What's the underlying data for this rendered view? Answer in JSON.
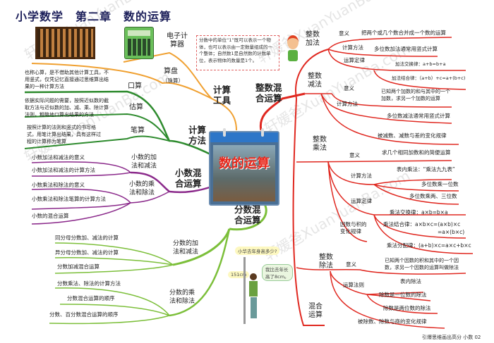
{
  "title": "小学数学　第二章　数的运算",
  "center": "数的运算",
  "watermark": "轩媛爸XuanYuanBa.com",
  "footer": "引爆思维画出高分 小数 02",
  "colors": {
    "tools": "#f0a030",
    "methods": "#2e8b2e",
    "decimal": "#8b2a8b",
    "fraction": "#7cbf3a",
    "integer": "#e02820"
  },
  "tools": {
    "label": "计算工具",
    "electronic": "电子计算器",
    "abacus": "算盘",
    "abacus_sub": "（珠算）",
    "note": "分数中的单位“1”既可以表示一个物体，也可以表示由一定数量组成的一个整体；自然数1是自然数的计数单位，表示物体的数量是1个。"
  },
  "methods": {
    "label": "计算方法",
    "oral": "口算",
    "oral_desc": "也称心算，是不借助其他计算工具，不用竖式，仅凭记忆直接通过思维算出结果的一种计算方法",
    "estimate": "估算",
    "estimate_desc": "依据实际问题的需要，按照近似数的截取方法与近似数的加、减、乘、除计算法则，粗略地口算出结果的方法",
    "written": "笔算",
    "written_desc": "按照计算的法则和竖式的书写格式，用笔计算出结果，具有这样过程的计算称为笔算"
  },
  "decimal": {
    "label": "小数混合运算",
    "add_sub": "小数的加法和减法",
    "mul_div": "小数的乘法和除法",
    "items": [
      "小数加法和减法的意义",
      "小数加法和减法的计算方法",
      "小数乘法和除法的意义",
      "小数乘法和除法笔算的计算方法",
      "小数的混合运算"
    ]
  },
  "fraction": {
    "label": "分数混合运算",
    "add_sub": "分数的加法和减法",
    "mul_div": "分数的乘法和除法",
    "items": [
      "同分母分数加、减法的计算",
      "异分母分数加、减法的计算",
      "分数加减混合运算",
      "分数乘法、除法的计算方法",
      "分数混合运算的顺序",
      "分数、百分数混合运算的顺序"
    ],
    "question": "小华去年身高多少?",
    "height": "151cm",
    "answer": "我比去年长高了8cm。"
  },
  "integer": {
    "label": "整数混合运算",
    "add": {
      "label": "整数加法",
      "meaning": "意义",
      "meaning_text": "把两个或几个数合并成一个数的运算",
      "method": "计算方法",
      "method_text": "多位数加法通常用竖式计算",
      "laws": "运算定律",
      "law1": "加法交换律：a+b=b+a",
      "law2": "加法结合律：（a+b）+c=a+(b+c)"
    },
    "sub": {
      "label": "整数减法",
      "meaning": "意义",
      "meaning_text": "已知两个加数的和与其中的一个加数，求另一个加数的运算",
      "method": "计算方法",
      "method_text": "多位数减法通常用竖式计算",
      "rule": "被减数、减数与差的变化规律"
    },
    "mul": {
      "label": "整数乘法",
      "meaning": "意义",
      "meaning_text": "求几个相同加数和的简便运算",
      "method": "计算方法",
      "m1": "表内乘法：“乘法九九表”",
      "m2": "多位数乘一位数",
      "m3": "多位数乘两、三位数",
      "laws": "运算定律",
      "law1": "乘法交换律：a×b=b×a",
      "law2": "乘法结合律：a×b×c=(a×b)×c",
      "law2b": "=a×(b×c)",
      "law3": "乘法分配律：(a+b)×c=a×c+b×c",
      "factor": "因数与积的变化规律"
    },
    "div": {
      "label": "整数除法",
      "meaning": "意义",
      "meaning_text": "已知两个因数的积和其中的一个因数，求另一个因数的运算叫做除法",
      "rules": "运算法则",
      "r1": "表内除法",
      "r2": "除数是一位数的除法",
      "r3": "除数是两位数的除法",
      "rule": "被除数、除数与商的变化规律"
    },
    "mixed": "混合运算"
  }
}
